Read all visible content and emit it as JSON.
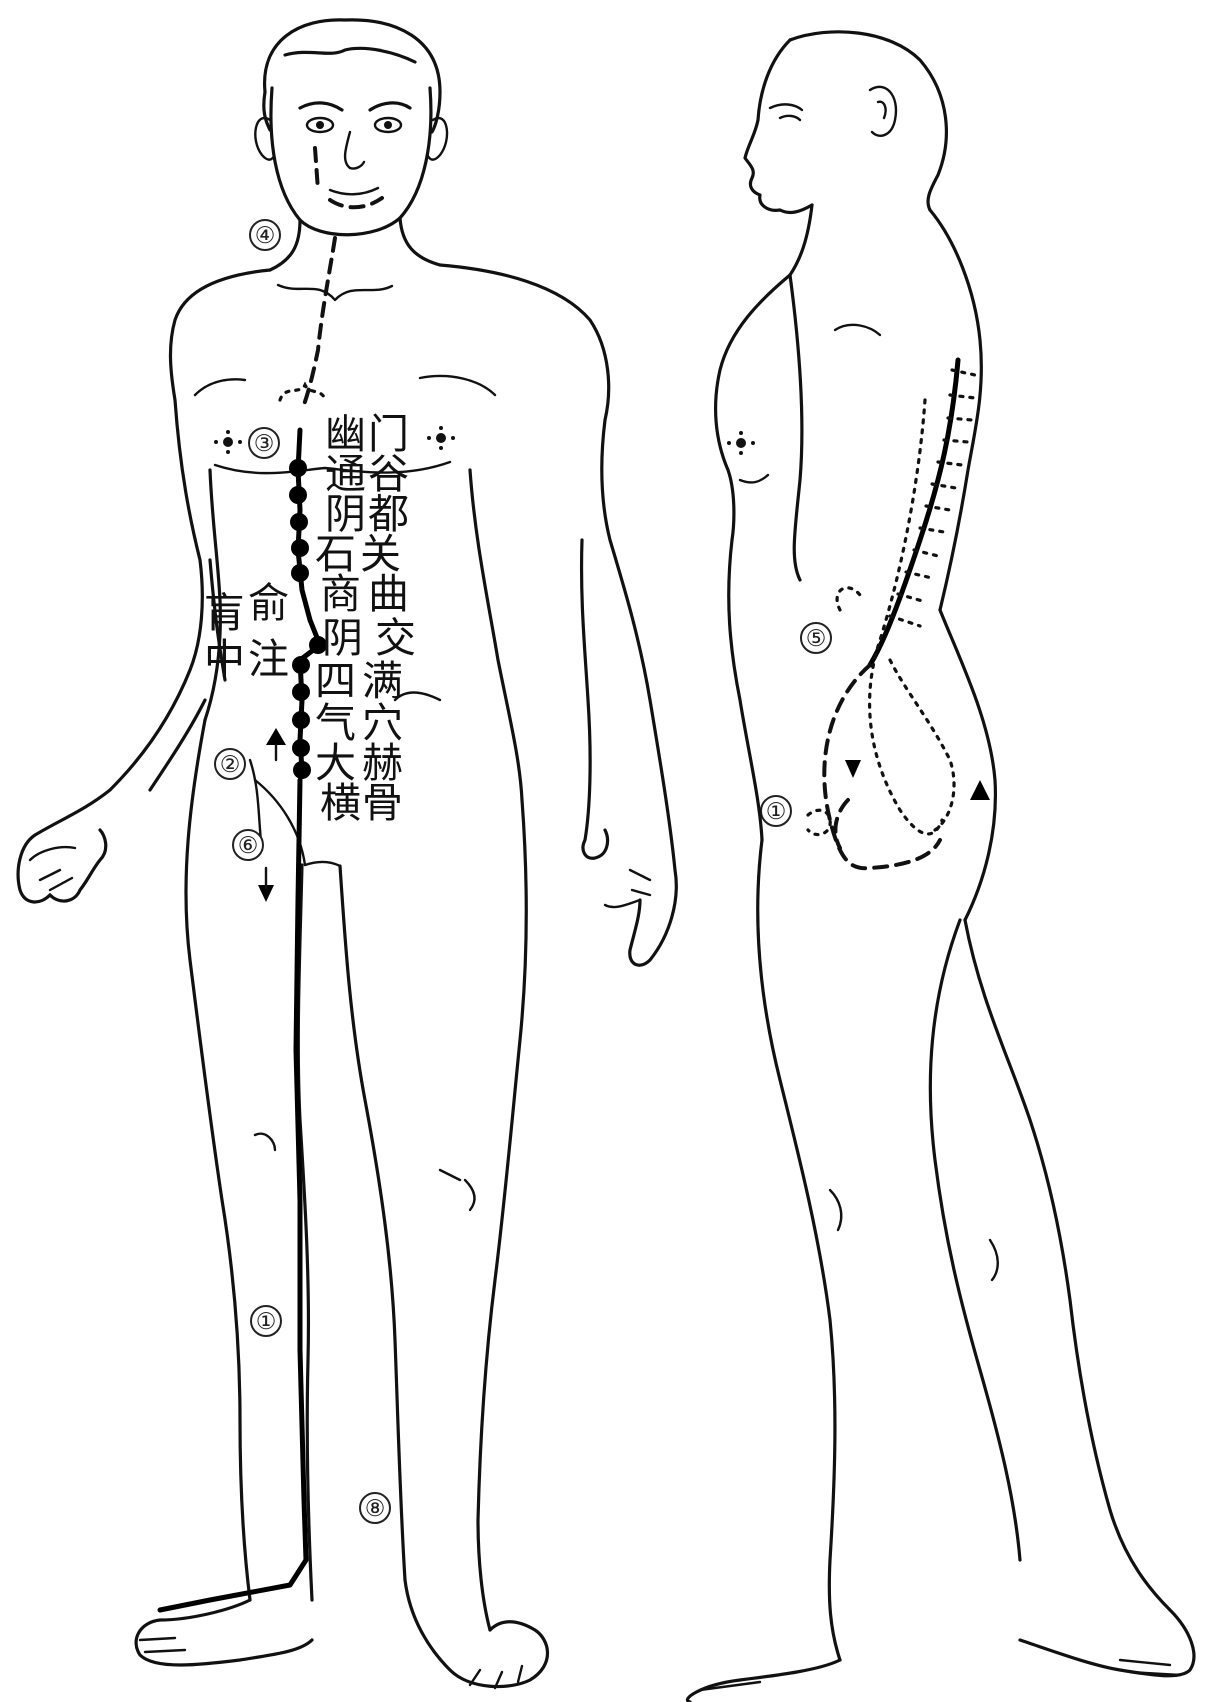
{
  "acupoints": {
    "right_column": [
      "门",
      "谷",
      "都",
      "关",
      "曲",
      "交",
      "满",
      "穴",
      "赫",
      "骨"
    ],
    "left_column": [
      "幽",
      "通",
      "阴",
      "石",
      "商",
      "阴",
      "四",
      "气",
      "大",
      "横"
    ],
    "side_group": [
      "肓",
      "俞",
      "中",
      "注"
    ]
  },
  "markers": {
    "m4": "④",
    "m3": "③",
    "m2": "②",
    "m6": "⑥",
    "m1_front": "①",
    "m8": "⑧",
    "m5": "⑤",
    "m1_side": "①"
  }
}
